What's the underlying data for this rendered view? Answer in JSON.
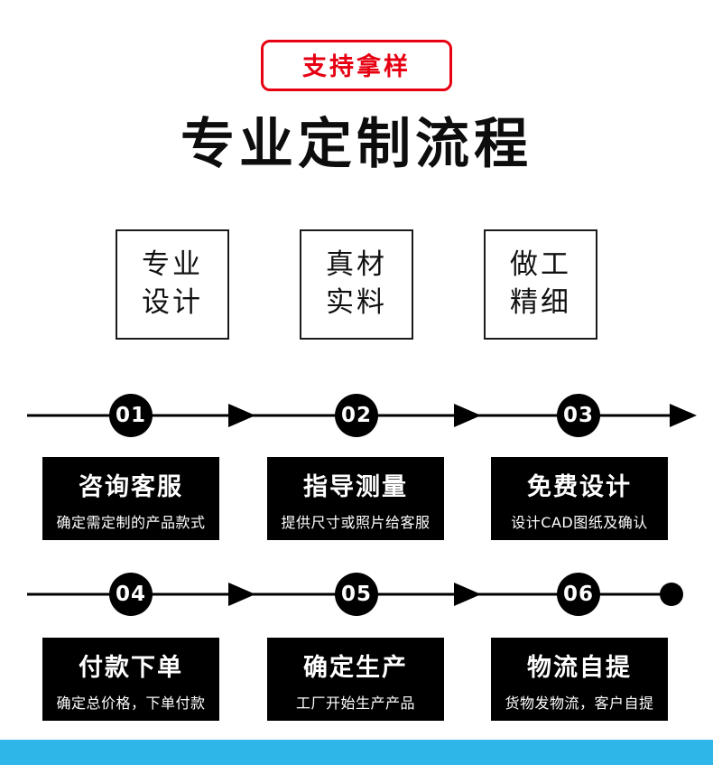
{
  "badge_label": "支持拿样",
  "page_title": "专业定制流程",
  "features": [
    {
      "line1": "专业",
      "line2": "设计"
    },
    {
      "line1": "真材",
      "line2": "实料"
    },
    {
      "line1": "做工",
      "line2": "精细"
    }
  ],
  "process": {
    "row1": [
      {
        "number": "01",
        "title": "咨询客服",
        "desc": "确定需定制的产品款式"
      },
      {
        "number": "02",
        "title": "指导测量",
        "desc": "提供尺寸或照片给客服"
      },
      {
        "number": "03",
        "title": "免费设计",
        "desc": "设计CAD图纸及确认"
      }
    ],
    "row2": [
      {
        "number": "04",
        "title": "付款下单",
        "desc": "确定总价格，下单付款"
      },
      {
        "number": "05",
        "title": "确定生产",
        "desc": "工厂开始生产产品"
      },
      {
        "number": "06",
        "title": "物流自提",
        "desc": "货物发物流，客户自提"
      }
    ]
  },
  "colors": {
    "accent_red": "#e60012",
    "black": "#000000",
    "footer_blue": "#2fb6e8"
  }
}
